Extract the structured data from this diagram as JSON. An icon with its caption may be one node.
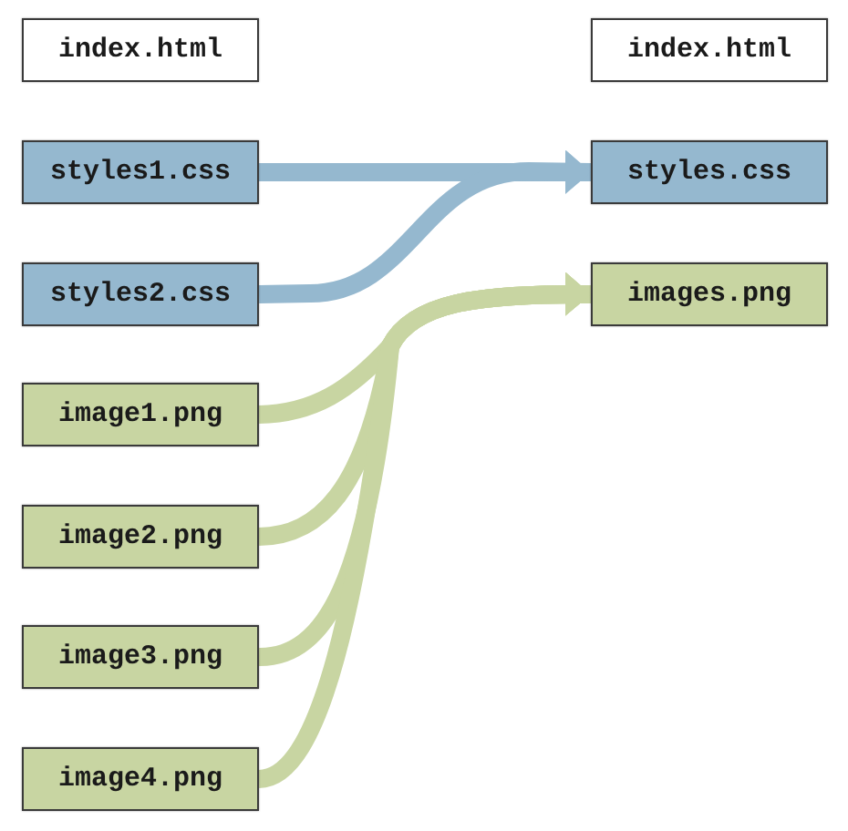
{
  "diagram": {
    "nodes": [
      {
        "text": [
          "index.html"
        ]
      },
      {
        "text": [
          "index.html"
        ]
      },
      {
        "text": [
          "styles1.css"
        ]
      },
      {
        "text": [
          "styles.css"
        ]
      },
      {
        "text": [
          "styles2.css"
        ]
      },
      {
        "text": [
          "images.png"
        ]
      },
      {
        "text": [
          "image1.png"
        ]
      },
      {
        "text": [
          "image2.png"
        ]
      },
      {
        "text": [
          "image3.png"
        ]
      },
      {
        "text": [
          "image4.png"
        ]
      }
    ],
    "edges": [
      {
        "from": 2,
        "to": 3,
        "arrow": "to",
        "color": "#95b8cf"
      },
      {
        "from": 4,
        "to": 3,
        "arrow": "to",
        "color": "#95b8cf"
      },
      {
        "from": 6,
        "to": 5,
        "arrow": "to",
        "color": "#c8d5a2"
      },
      {
        "from": 7,
        "to": 5,
        "arrow": "to",
        "color": "#c8d5a2"
      },
      {
        "from": 8,
        "to": 5,
        "arrow": "to",
        "color": "#c8d5a2"
      },
      {
        "from": 9,
        "to": 5,
        "arrow": "to",
        "color": "#c8d5a2"
      }
    ]
  }
}
